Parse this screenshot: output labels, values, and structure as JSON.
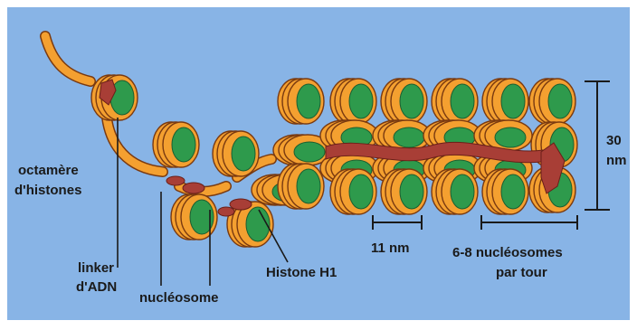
{
  "labels": {
    "octamer_line1": "octamère",
    "octamer_line2": "d'histones",
    "linker_line1": "linker",
    "linker_line2": "d'ADN",
    "nucleosome": "nucléosome",
    "histone_h1": "Histone H1",
    "width_11": "11 nm",
    "per_turn_line1": "6-8 nucléosomes",
    "per_turn_line2": "par tour",
    "height_30_line1": "30",
    "height_30_line2": "nm"
  },
  "colors": {
    "background": "#88b4e6",
    "dna_strand": "#f4a030",
    "dna_outline": "#8a3a10",
    "histone_core": "#2e9a4c",
    "histone_h1": "#a83e36",
    "text": "#1a1a1a"
  }
}
